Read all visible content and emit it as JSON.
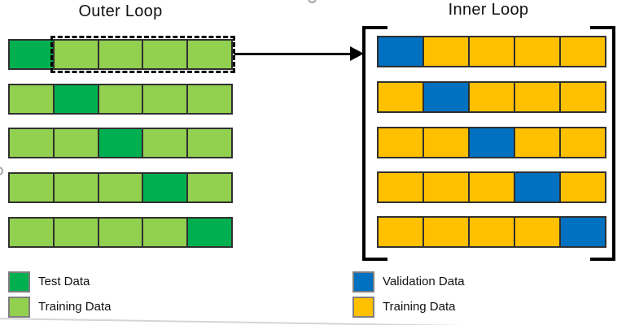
{
  "diagram": {
    "outer": {
      "title": "Outer Loop",
      "rows": [
        [
          "test",
          "train",
          "train",
          "train",
          "train"
        ],
        [
          "train",
          "test",
          "train",
          "train",
          "train"
        ],
        [
          "train",
          "train",
          "test",
          "train",
          "train"
        ],
        [
          "train",
          "train",
          "train",
          "test",
          "train"
        ],
        [
          "train",
          "train",
          "train",
          "train",
          "test"
        ]
      ],
      "legend": [
        {
          "label": "Test Data",
          "type": "test"
        },
        {
          "label": "Training Data",
          "type": "train"
        }
      ]
    },
    "inner": {
      "title": "Inner Loop",
      "rows": [
        [
          "validation",
          "train",
          "train",
          "train",
          "train"
        ],
        [
          "train",
          "validation",
          "train",
          "train",
          "train"
        ],
        [
          "train",
          "train",
          "validation",
          "train",
          "train"
        ],
        [
          "train",
          "train",
          "train",
          "validation",
          "train"
        ],
        [
          "train",
          "train",
          "train",
          "train",
          "validation"
        ]
      ],
      "legend": [
        {
          "label": "Validation Data",
          "type": "validation"
        },
        {
          "label": "Training Data",
          "type": "train"
        }
      ]
    },
    "colors": {
      "test": "#00B050",
      "outer_train": "#92D050",
      "validation": "#0070C0",
      "inner_train": "#FFC000",
      "cell_border": "#303030",
      "arrow": "#000000",
      "bracket": "#000000"
    }
  }
}
